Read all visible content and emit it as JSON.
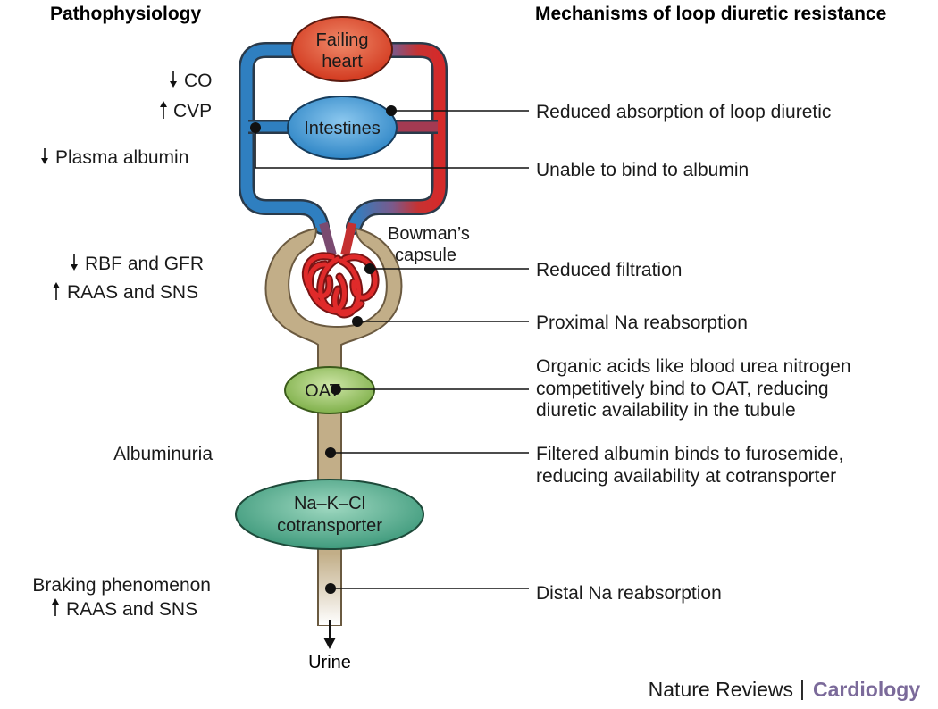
{
  "headers": {
    "left": "Pathophysiology",
    "right": "Mechanisms of loop diuretic resistance"
  },
  "organs": {
    "heart_line1": "Failing",
    "heart_line2": "heart",
    "intestines": "Intestines",
    "bowman_line1": "Bowman’s",
    "bowman_line2": "capsule",
    "oat": "OAT",
    "cotransporter_line1": "Na–K–Cl",
    "cotransporter_line2": "cotransporter",
    "urine": "Urine"
  },
  "pathophysiology": {
    "co": "CO",
    "cvp": "CVP",
    "plasma_albumin": "Plasma albumin",
    "rbf_gfr": "RBF and GFR",
    "raas_sns_1": "RAAS and SNS",
    "albuminuria": "Albuminuria",
    "braking": "Braking phenomenon",
    "raas_sns_2": "RAAS and SNS"
  },
  "mechanisms": {
    "m1": "Reduced absorption of loop diuretic",
    "m2": "Unable to bind to albumin",
    "m3": "Reduced filtration",
    "m4": "Proximal Na reabsorption",
    "m5_line1": "Organic acids like blood urea nitrogen",
    "m5_line2": "competitively bind to OAT, reducing",
    "m5_line3": "diuretic availability in the tubule",
    "m6_line1": "Filtered albumin binds to furosemide,",
    "m6_line2": "reducing availability at cotransporter",
    "m7": "Distal Na reabsorption"
  },
  "footer": {
    "journal": "Nature Reviews",
    "separator": "|",
    "section": "Cardiology"
  },
  "colors": {
    "vein_blue": "#2f7fc0",
    "artery_red": "#d42a2a",
    "tubule": "#c2ae88",
    "oat_green": "#8fbc5a",
    "cotransporter_green": "#4fa387",
    "brand_purple": "#7b6a9a"
  }
}
